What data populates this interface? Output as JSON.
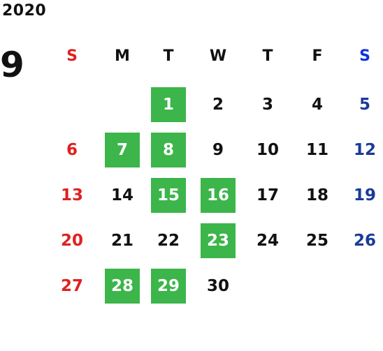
{
  "calendar": {
    "year": "2020",
    "month": "9",
    "weekdays": [
      "S",
      "M",
      "T",
      "W",
      "T",
      "F",
      "S"
    ],
    "days": [
      {
        "label": "1",
        "highlight": true
      },
      {
        "label": "2",
        "highlight": false
      },
      {
        "label": "3",
        "highlight": false
      },
      {
        "label": "4",
        "highlight": false
      },
      {
        "label": "5",
        "highlight": false
      },
      {
        "label": "6",
        "highlight": false
      },
      {
        "label": "7",
        "highlight": true
      },
      {
        "label": "8",
        "highlight": true
      },
      {
        "label": "9",
        "highlight": false
      },
      {
        "label": "10",
        "highlight": false
      },
      {
        "label": "11",
        "highlight": false
      },
      {
        "label": "12",
        "highlight": false
      },
      {
        "label": "13",
        "highlight": false
      },
      {
        "label": "14",
        "highlight": false
      },
      {
        "label": "15",
        "highlight": true
      },
      {
        "label": "16",
        "highlight": true
      },
      {
        "label": "17",
        "highlight": false
      },
      {
        "label": "18",
        "highlight": false
      },
      {
        "label": "19",
        "highlight": false
      },
      {
        "label": "20",
        "highlight": false
      },
      {
        "label": "21",
        "highlight": false
      },
      {
        "label": "22",
        "highlight": false
      },
      {
        "label": "23",
        "highlight": true
      },
      {
        "label": "24",
        "highlight": false
      },
      {
        "label": "25",
        "highlight": false
      },
      {
        "label": "26",
        "highlight": false
      },
      {
        "label": "27",
        "highlight": false
      },
      {
        "label": "28",
        "highlight": true
      },
      {
        "label": "29",
        "highlight": true
      },
      {
        "label": "30",
        "highlight": false
      }
    ]
  },
  "colors": {
    "sunday": "#e02020",
    "saturday_header": "#1030e0",
    "saturday_date": "#1a3a9a",
    "weekday": "#111111",
    "highlight_bg": "#3cb54a",
    "highlight_text": "#ffffff"
  }
}
